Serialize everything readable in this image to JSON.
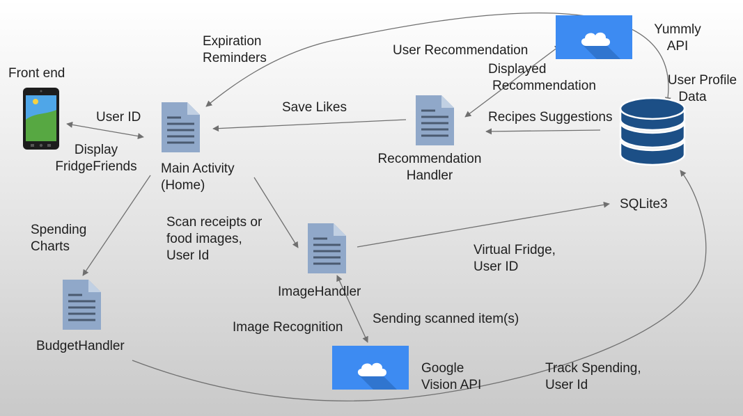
{
  "colors": {
    "doc": "#90a8c9",
    "doc_fold": "#c1d0e3",
    "doc_lines": "#4a5a70",
    "cloud_box": "#3d8bf2",
    "cloud_shadow": "#2d6fc6",
    "db_fill": "#1c4f86",
    "db_stroke": "#ffffff",
    "arrow": "#6f6f6f",
    "phone_body": "#1d1d1d",
    "phone_screen_sky": "#4fa6e8",
    "phone_screen_grass": "#57a842",
    "phone_sun": "#f5d142"
  },
  "icons": {
    "phone": "smartphone-icon",
    "document": "document-icon",
    "cloud": "cloud-icon",
    "database": "database-icon"
  },
  "labels": {
    "front_end": "Front end",
    "user_id_top": "User ID",
    "display_fridgefriends": [
      "Display",
      "FridgeFriends"
    ],
    "expiration_reminders": [
      "Expiration",
      "Reminders"
    ],
    "save_likes": "Save Likes",
    "main_activity": [
      "Main Activity",
      "(Home)"
    ],
    "user_recommendation": "User Recommendation",
    "displayed_recommendation": [
      "Displayed",
      "Recommendation"
    ],
    "recommendation_handler": [
      "Recommendation",
      "Handler"
    ],
    "recipes_suggestions": "Recipes Suggestions",
    "yummly_api": [
      "Yummly",
      "API"
    ],
    "user_profile_data": [
      "User Profile",
      "Data"
    ],
    "sqlite3": "SQLite3",
    "spending_charts": [
      "Spending",
      "Charts"
    ],
    "scan_receipts": [
      "Scan receipts or",
      "food images,",
      "User Id"
    ],
    "virtual_fridge": [
      "Virtual Fridge,",
      "User ID"
    ],
    "image_handler": "ImageHandler",
    "budget_handler": "BudgetHandler",
    "image_recognition": "Image Recognition",
    "sending_scanned": "Sending scanned item(s)",
    "google_vision_api": [
      "Google",
      "Vision API"
    ],
    "track_spending": [
      "Track Spending,",
      "User Id"
    ]
  }
}
